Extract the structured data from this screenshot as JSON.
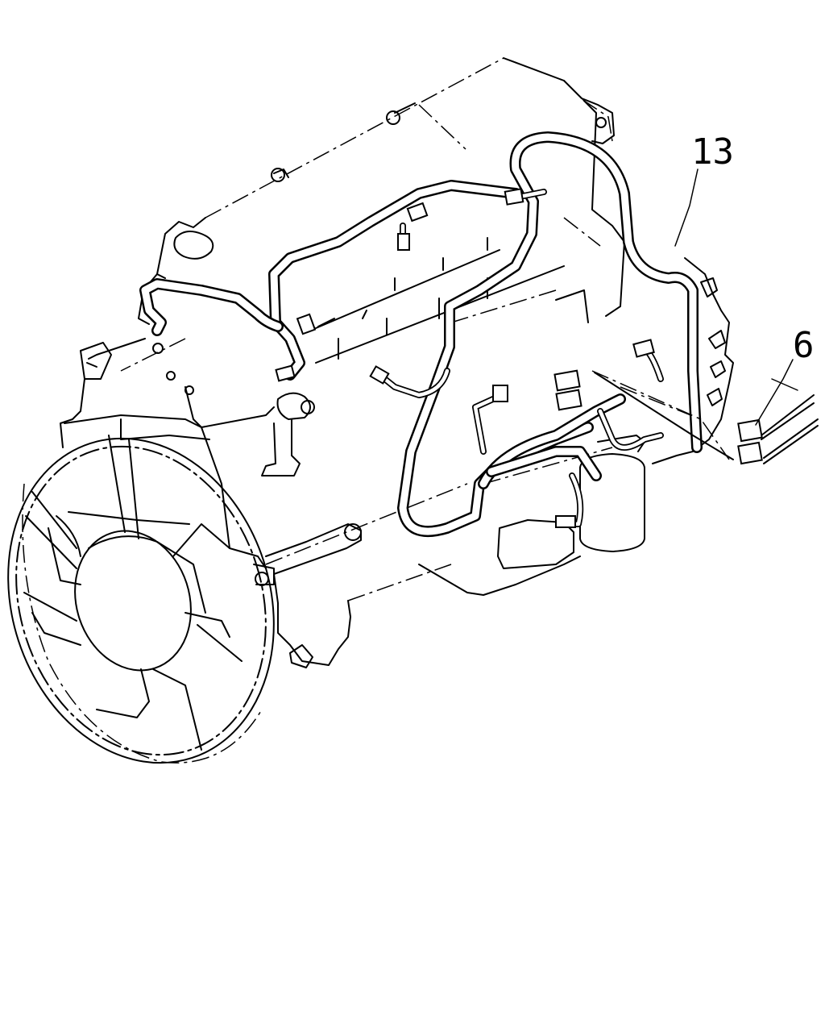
{
  "diagram": {
    "callouts": [
      {
        "id": "harness",
        "label": "13"
      },
      {
        "id": "connector",
        "label": "6"
      }
    ]
  }
}
